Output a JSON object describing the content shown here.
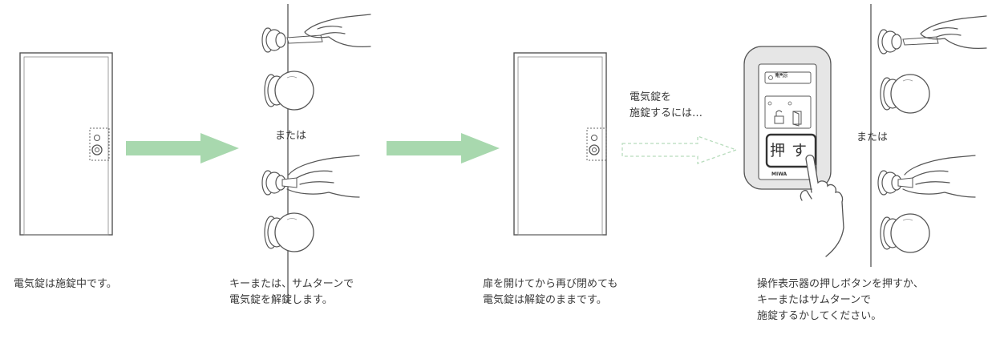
{
  "labels": {
    "or_left": "または",
    "or_right": "または",
    "lock_prompt": [
      "電気錠を",
      "施錠するには…"
    ]
  },
  "captions": {
    "step1": [
      "電気錠は施錠中です。"
    ],
    "step2": [
      "キーまたは、サムターンで",
      "電気錠を解錠します。"
    ],
    "step3": [
      "扉を開けてから再び閉めても",
      "電気錠は解錠のままです。"
    ],
    "step4": [
      "操作表示器の押しボタンを押すか、",
      "キーまたはサムターンで",
      "施錠するかしてください。"
    ]
  },
  "panel": {
    "power_label": "電 源",
    "push_label": "押 す",
    "brand": "MIWA"
  },
  "colors": {
    "arrow_solid": "#a8d8ae",
    "arrow_dashed": "#cfe9d2",
    "panel_body": "#e6e6e6",
    "line": "#555555"
  }
}
